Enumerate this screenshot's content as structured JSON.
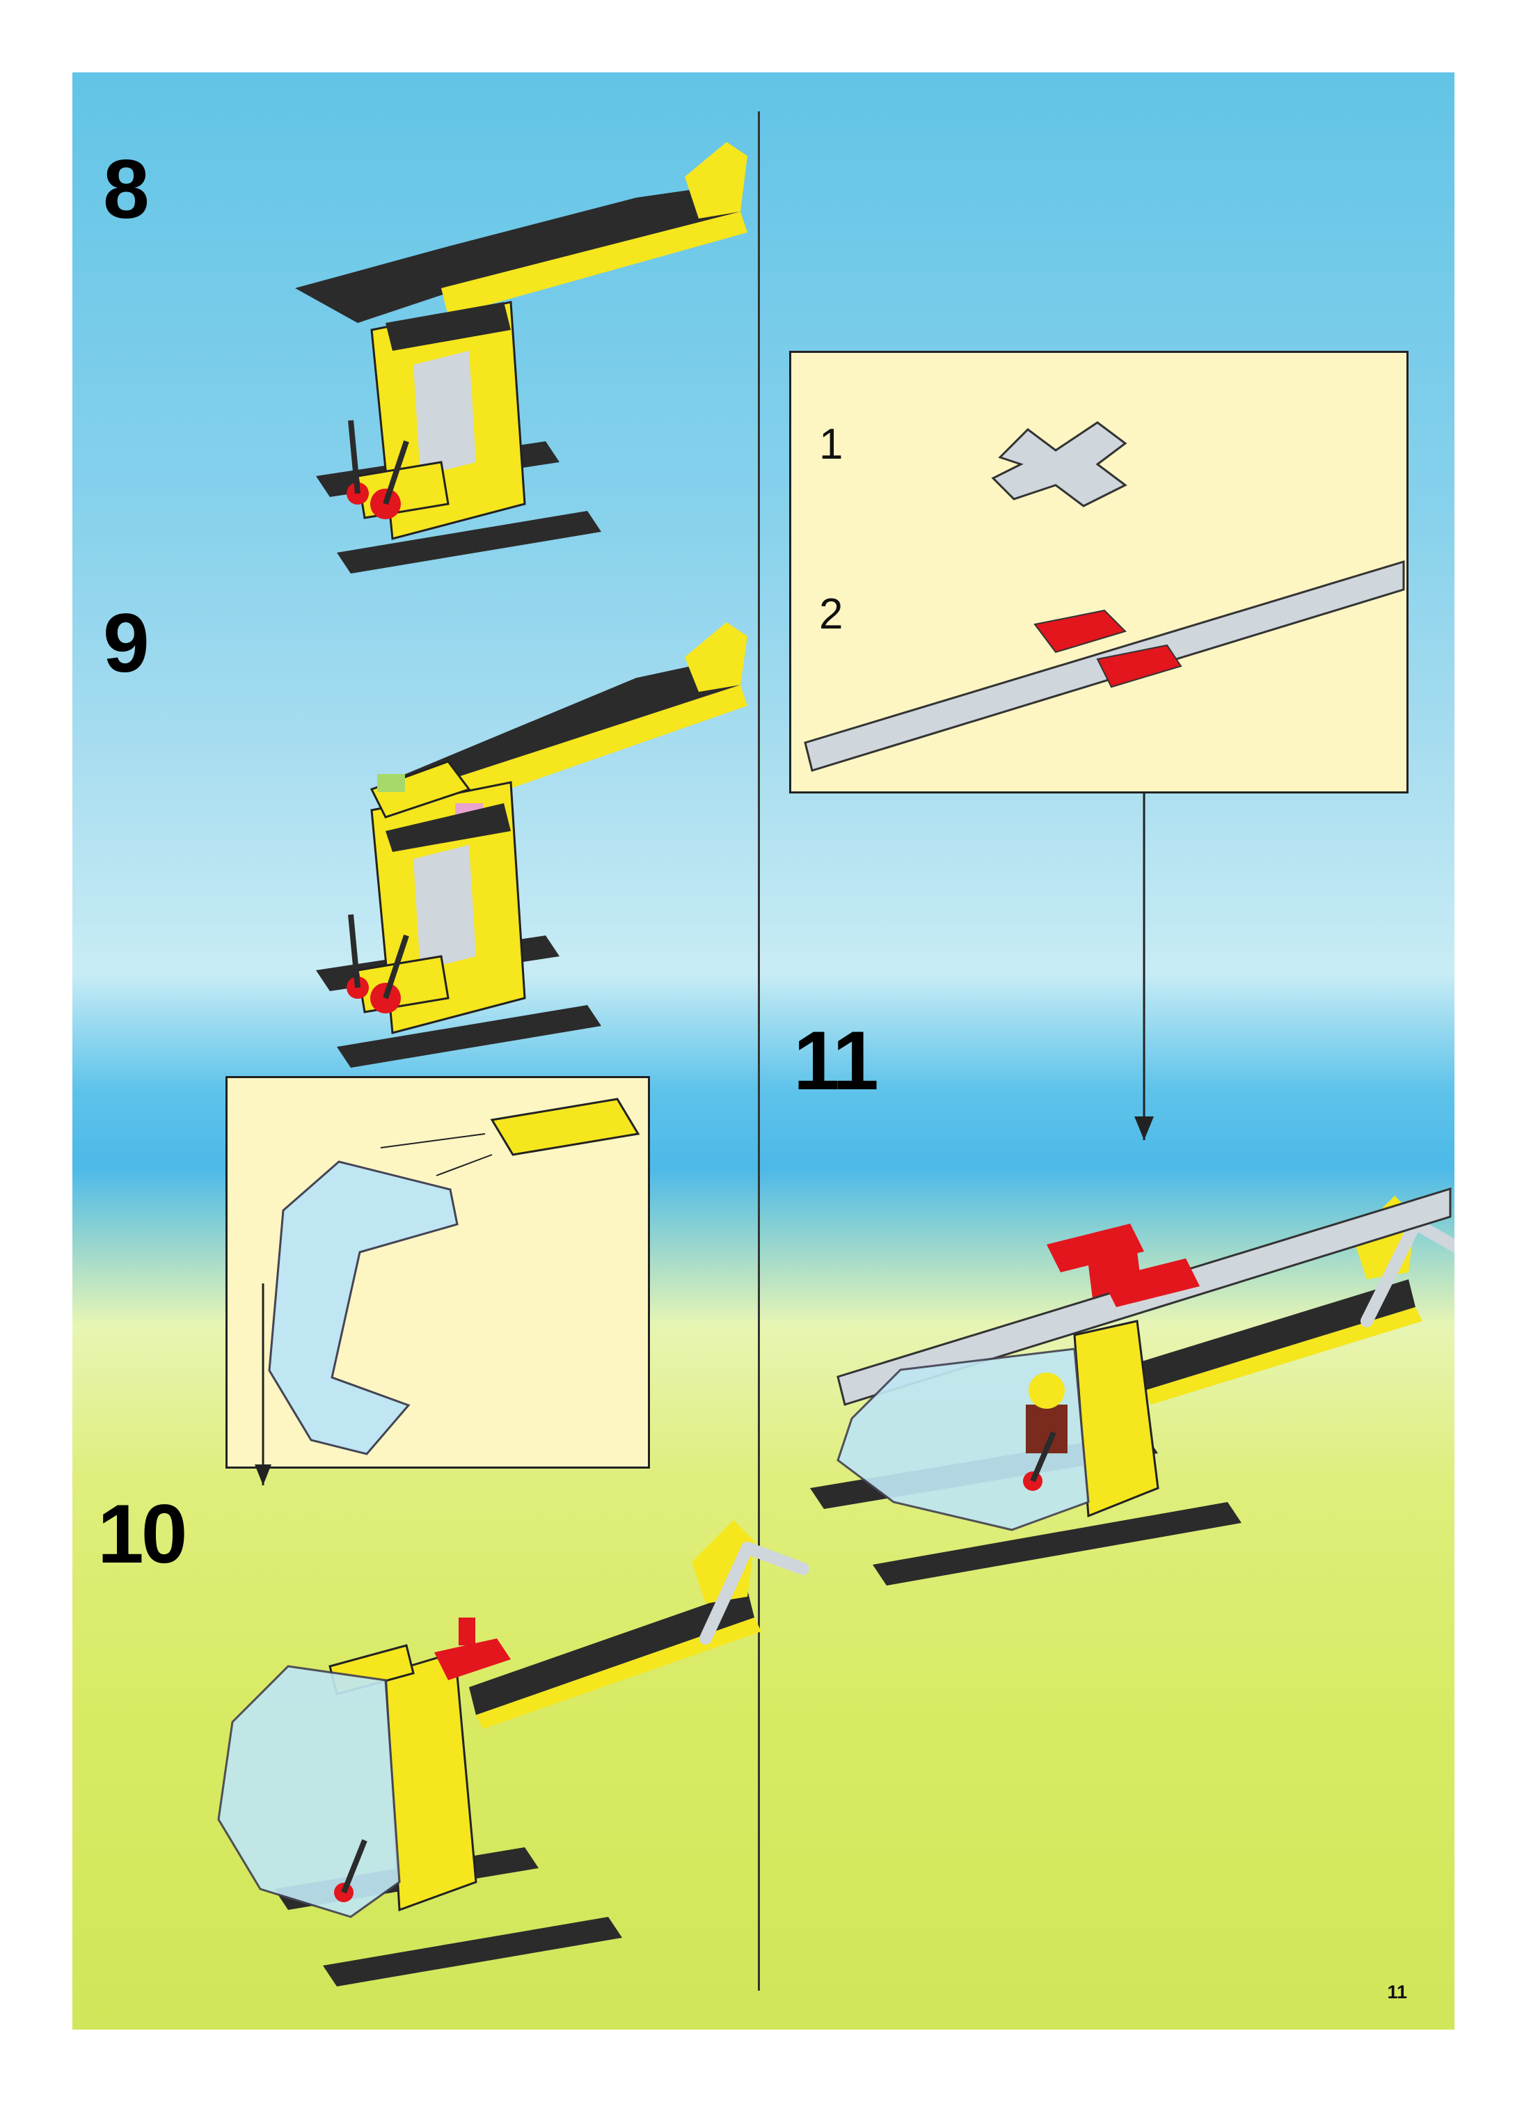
{
  "steps": [
    {
      "number": "8"
    },
    {
      "number": "9"
    },
    {
      "number": "10"
    },
    {
      "number": "11"
    }
  ],
  "substeps": [
    {
      "label": "1"
    },
    {
      "label": "2"
    }
  ],
  "page_number": "11",
  "colors": {
    "brick_yellow": "#f5e61e",
    "brick_black": "#2b2b2b",
    "brick_red": "#e3151d",
    "brick_gray": "#cfd6dc",
    "canopy": "#bfe6f2",
    "inset_background": "#fdf6c3"
  }
}
